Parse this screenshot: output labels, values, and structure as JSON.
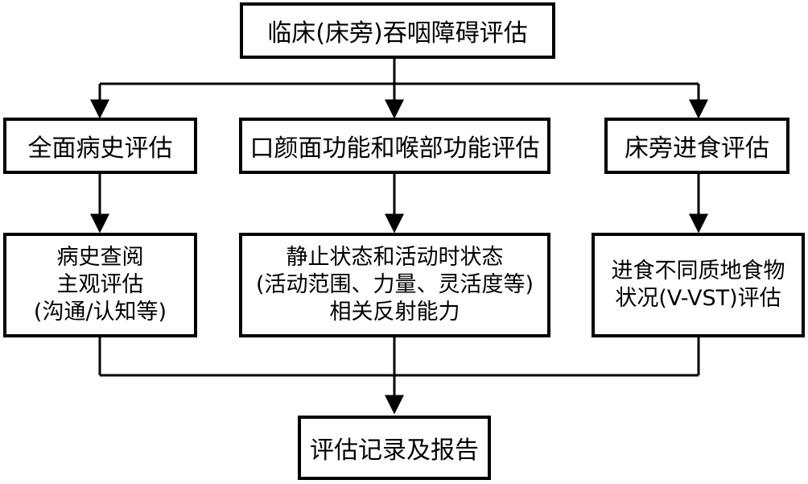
{
  "diagram": {
    "top": {
      "label": "临床(床旁)吞咽障碍评估"
    },
    "branches": [
      {
        "title": "全面病史评估",
        "detail": [
          "病史查阅",
          "主观评估",
          "(沟通/认知等)"
        ]
      },
      {
        "title": "口颜面功能和喉部功能评估",
        "detail": [
          "静止状态和活动时状态",
          "(活动范围、力量、灵活度等)",
          "相关反射能力"
        ]
      },
      {
        "title": "床旁进食评估",
        "detail": [
          "进食不同质地食物",
          "状况(V-VST)评估"
        ]
      }
    ],
    "bottom": {
      "label": "评估记录及报告"
    }
  }
}
